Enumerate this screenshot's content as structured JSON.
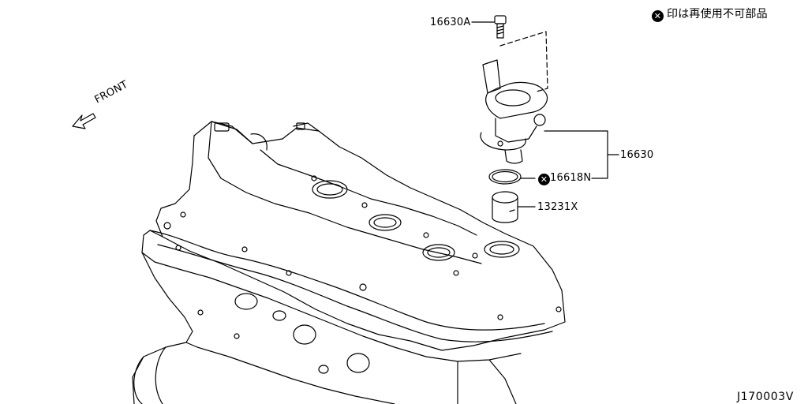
{
  "legend": {
    "mark_glyph": "✕",
    "text": "印は再使用不可部品"
  },
  "direction": {
    "front_label": "FRONT"
  },
  "parts": {
    "bolt": "16630A",
    "pump": "16630",
    "oring": "16618N",
    "tappet": "13231X"
  },
  "diagram_id": "J170003V"
}
